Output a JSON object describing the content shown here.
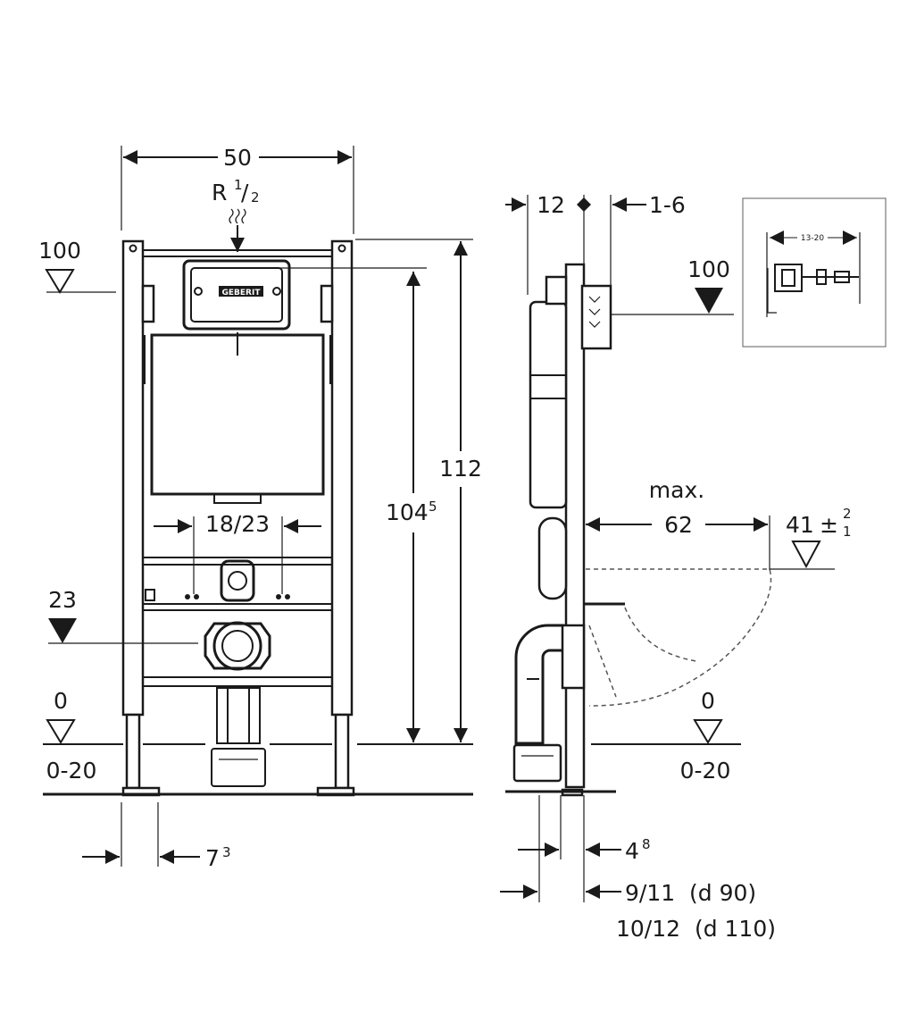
{
  "front_view": {
    "width_dim": "50",
    "water_connection": {
      "main": "R",
      "num": "1",
      "den": "2"
    },
    "level_top": "100",
    "height_total": "112",
    "height_inner": {
      "main": "104",
      "sup": "5"
    },
    "spacing_dim": "18/23",
    "level_outlet": "23",
    "level_floor": "0",
    "floor_range": "0-20",
    "foot_dim": {
      "main": "7",
      "sup": "3"
    },
    "brand_label": "GEBERIT"
  },
  "side_view": {
    "depth_dim": "12",
    "wall_gap_dim": "1-6",
    "level_top": "100",
    "max_label": "max.",
    "bowl_projection": "62",
    "bowl_height": {
      "main": "41",
      "plus": "2",
      "minus": "1"
    },
    "level_floor": "0",
    "floor_range": "0-20",
    "pipe_offset": {
      "main": "4",
      "sup": "8"
    },
    "pipe_dim_d90": "9/11  (d 90)",
    "pipe_dim_d110": "10/12  (d 110)"
  },
  "detail_inset": {
    "dim_label": "13-20"
  }
}
